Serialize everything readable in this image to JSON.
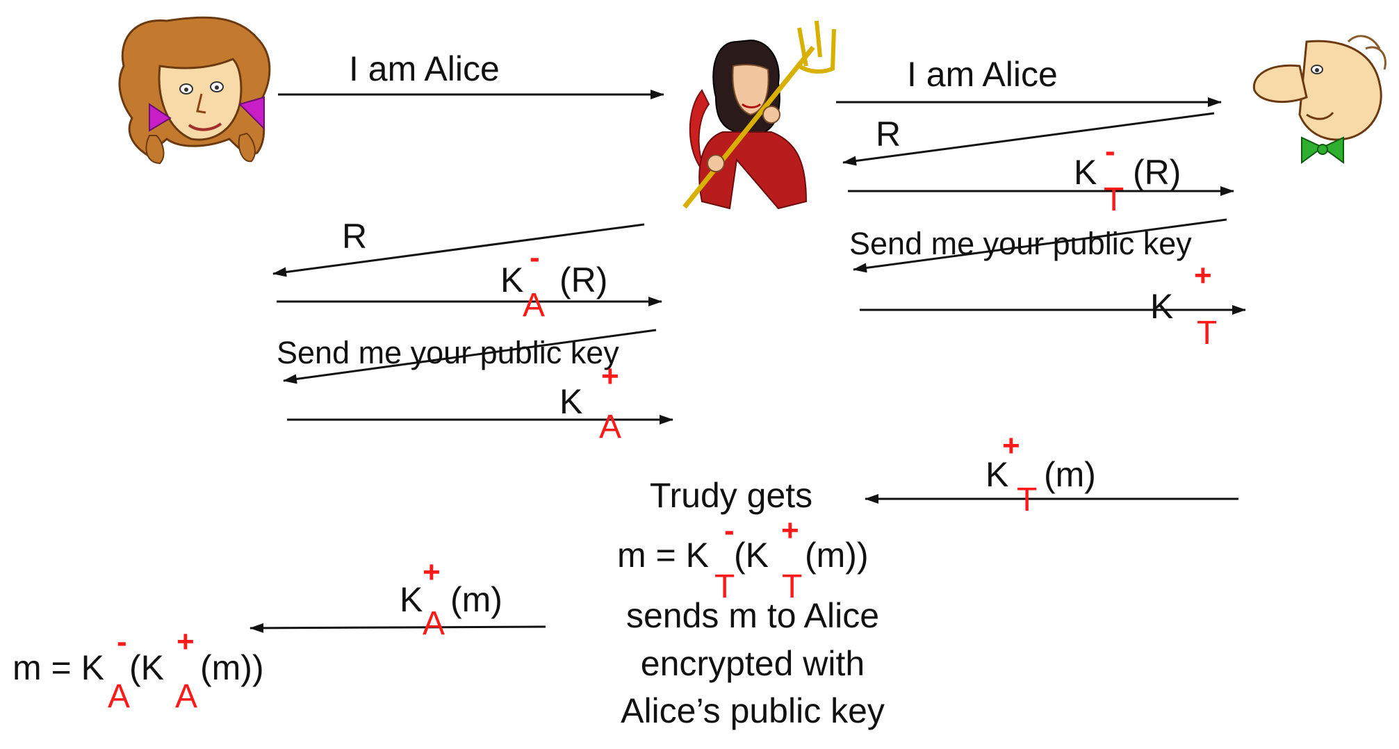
{
  "actors": {
    "alice": {
      "icon": "alice-cartoon-icon"
    },
    "trudy": {
      "icon": "trudy-devil-icon"
    },
    "bob": {
      "icon": "bob-cartoon-icon"
    }
  },
  "messages": {
    "alice_to_trudy_iam": "I am Alice",
    "trudy_to_bob_iam": "I am Alice",
    "bob_to_trudy_R": "R",
    "trudy_to_bob_K": "K",
    "trudy_to_bob_Kminus": "-",
    "trudy_to_bob_KT": "T",
    "trudy_to_bob_R": "(R)",
    "bob_to_trudy_send": "Send me your public key",
    "trudy_to_bob_key_K": "K",
    "trudy_to_bob_key_plus": "+",
    "trudy_to_bob_key_T": "T",
    "trudy_to_alice_R": "R",
    "alice_to_trudy_K": "K",
    "alice_to_trudy_minus": "-",
    "alice_to_trudy_A": "A",
    "alice_to_trudy_R": "(R)",
    "trudy_to_alice_send": "Send me your public key",
    "alice_to_trudy_key_K": "K",
    "alice_to_trudy_key_plus": "+",
    "alice_to_trudy_key_A": "A",
    "bob_to_trudy_msg_K": "K",
    "bob_to_trudy_msg_plus": "+",
    "bob_to_trudy_msg_T": "T",
    "bob_to_trudy_msg_m": "(m)",
    "trudy_to_alice_msg_K": "K",
    "trudy_to_alice_msg_plus": "+",
    "trudy_to_alice_msg_A": "A",
    "trudy_to_alice_msg_m": "(m)"
  },
  "trudy_note": {
    "line1": "Trudy gets",
    "eq_prefix": "m = K",
    "eq_minus": "-",
    "eq_T1": "T",
    "eq_open": "(K",
    "eq_plus": "+",
    "eq_T2": "T",
    "eq_close": " (m))",
    "line3": "sends m to Alice",
    "line4": "encrypted with",
    "line5": "Alice’s public key"
  },
  "alice_result": {
    "eq_prefix": "m = K",
    "eq_minus": "-",
    "eq_A1": "A",
    "eq_open": "(K",
    "eq_plus": "+",
    "eq_A2": "A",
    "eq_close": " (m))"
  },
  "colors": {
    "accent_red": "#ff1a1a",
    "line": "#111111"
  }
}
